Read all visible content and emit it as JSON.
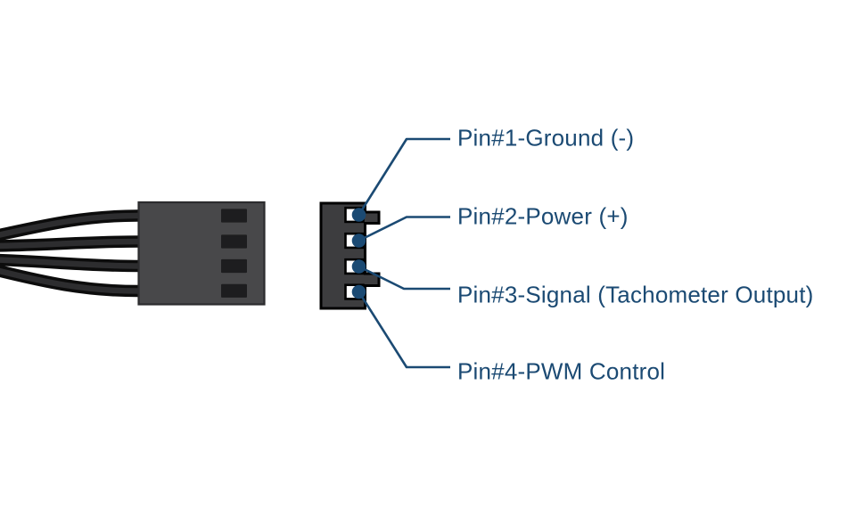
{
  "diagram": {
    "pins": [
      {
        "number": 1,
        "label": "Pin#1-Ground (-)"
      },
      {
        "number": 2,
        "label": "Pin#2-Power (+)"
      },
      {
        "number": 3,
        "label": "Pin#3-Signal (Tachometer Output)"
      },
      {
        "number": 4,
        "label": "Pin#4-PWM Control"
      }
    ],
    "colors": {
      "background": "#ffffff",
      "label_text": "#1b4a73",
      "leader_line": "#1b4a73",
      "pin_contact": "#1b4a73",
      "plug_body": "#48484a",
      "plug_outline": "#2c2c2e",
      "plug_slot": "#1d1d1f",
      "socket_body": "#3d3d3f",
      "socket_outline": "#000000",
      "pin_hole": "#ffffff",
      "wire_outer": "#0c0c0c",
      "wire_core": "#2d2d2f"
    }
  }
}
